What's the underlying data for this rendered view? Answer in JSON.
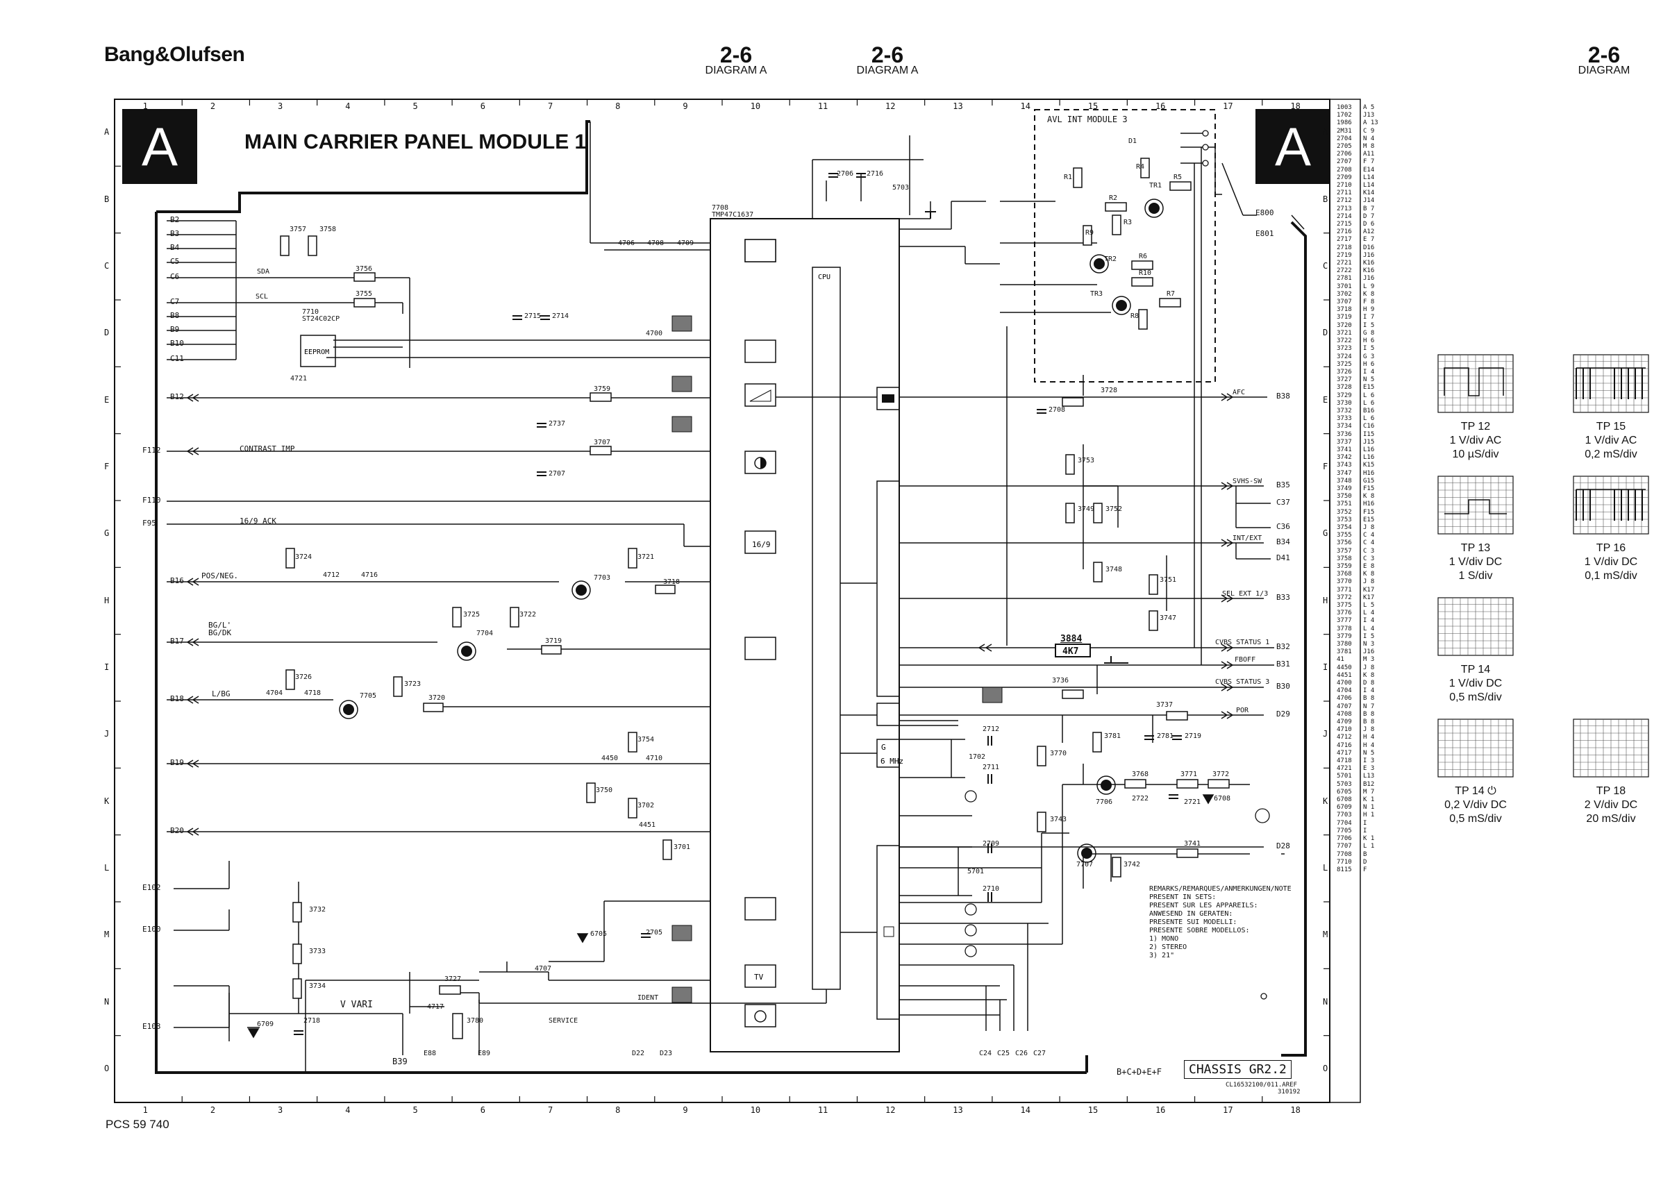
{
  "header": {
    "brand": "Bang&Olufsen",
    "page_a": {
      "num": "2-6",
      "sub": "DIAGRAM A"
    },
    "page_b": {
      "num": "2-6",
      "sub": "DIAGRAM A"
    },
    "page_c": {
      "num": "2-6",
      "sub": "DIAGRAM"
    }
  },
  "sheet": {
    "letter": "A",
    "title": "MAIN CARRIER PANEL MODULE 1",
    "avl_title": "AVL INT MODULE 3",
    "chassis": "CHASSIS GR2.2",
    "doc_code": "CL16532100/011.AREF",
    "doc_date": "310192",
    "footer_code": "PCS 59 740",
    "output_bus": "B+C+D+E+F",
    "columns": [
      "1",
      "2",
      "3",
      "4",
      "5",
      "6",
      "7",
      "8",
      "9",
      "10",
      "11",
      "12",
      "13",
      "14",
      "15",
      "16",
      "17",
      "18"
    ],
    "rows": [
      "A",
      "B",
      "C",
      "D",
      "E",
      "F",
      "G",
      "H",
      "I",
      "J",
      "K",
      "L",
      "M",
      "N",
      "O"
    ],
    "remarks": [
      "REMARKS/REMARQUES/ANMERKUNGEN/NOTE",
      "PRESENT IN SETS:",
      "PRESENT SUR LES APPAREILS:",
      "ANWESEND IN GERATEN:",
      "PRESENTE SUI MODELLI:",
      "PRESENTE SOBRE MODELLOS:",
      "1) MONO",
      "2) STEREO",
      "3) 21\""
    ]
  },
  "left_signals": [
    "B2",
    "B3",
    "B4",
    "C5",
    "C6",
    "C7",
    "B8",
    "B9",
    "B10",
    "C11",
    "B12",
    "F112",
    "F110",
    "F95",
    "B16",
    "B17",
    "B18",
    "B19",
    "B20",
    "E102",
    "E100",
    "E103"
  ],
  "right_signals": [
    "E800",
    "E801",
    "B38",
    "B35",
    "C37",
    "C36",
    "B34",
    "D41",
    "B33",
    "B32",
    "B31",
    "B30",
    "D29",
    "D28"
  ],
  "bottom_signals": [
    "B39",
    "E88",
    "E89",
    "D22",
    "D23",
    "C24",
    "C25",
    "C26",
    "C27"
  ],
  "net_labels": {
    "contrast": "CONTRAST IMP",
    "ack": "16/9 ACK",
    "posneg": "POS/NEG.",
    "bg": "BG/L' BG/DK",
    "lbg": "L/BG",
    "vvari": "V VARI",
    "service": "SERVICE",
    "ident": "IDENT",
    "afc": "AFC",
    "svhs": "SVHS-SW",
    "intext": "INT/EXT",
    "selext": "SEL EXT 1/3",
    "cvbs1": "CVBS STATUS 1",
    "fboff": "FBOFF",
    "cvbs3": "CVBS STATUS 3",
    "por": "POR",
    "sda": "SDA",
    "scl": "SCL"
  },
  "ic_main": {
    "ref": "7708",
    "part": "TMP47C1637"
  },
  "eeprom": {
    "ref": "7710",
    "part": "ST24C02CP",
    "label": "EEPROM"
  },
  "value_label": {
    "ref": "3884",
    "value": "4K7"
  },
  "components": [
    "3757",
    "3758",
    "3756",
    "3755",
    "4721",
    "2715",
    "2714",
    "4700",
    "3759",
    "2737",
    "3707",
    "2707",
    "3724",
    "4712",
    "4716",
    "7703",
    "3721",
    "3718",
    "3725",
    "3722",
    "7704",
    "3719",
    "3726",
    "4704",
    "4718",
    "7705",
    "3723",
    "3720",
    "3754",
    "4450",
    "4710",
    "3750",
    "3702",
    "4451",
    "3701",
    "3732",
    "3733",
    "3734",
    "2718",
    "6709",
    "3727",
    "4717",
    "3780",
    "4707",
    "6705",
    "2705",
    "2706",
    "2716",
    "5703",
    "3728",
    "2708",
    "3753",
    "3749",
    "3752",
    "3748",
    "3751",
    "3747",
    "3736",
    "3737",
    "3781",
    "2781",
    "2719",
    "2712",
    "1702",
    "2711",
    "3770",
    "7706",
    "3768",
    "2722",
    "2721",
    "3771",
    "3772",
    "6708",
    "3743",
    "7707",
    "3742",
    "3741",
    "2709",
    "5701",
    "2710",
    "4706",
    "4708",
    "4709",
    "R1",
    "R2",
    "R3",
    "R4",
    "R5",
    "R6",
    "R7",
    "R8",
    "R9",
    "R10",
    "TR1",
    "TR2",
    "TR3",
    "D1"
  ],
  "test_points": [
    {
      "name": "TP 12",
      "scale": "1 V/div AC",
      "time": "10 µS/div"
    },
    {
      "name": "TP 15",
      "scale": "1 V/div AC",
      "time": "0,2 mS/div"
    },
    {
      "name": "TP 13",
      "scale": "1 V/div DC",
      "time": "1 S/div"
    },
    {
      "name": "TP 16",
      "scale": "1 V/div DC",
      "time": "0,1 mS/div"
    },
    {
      "name": "TP 14",
      "scale": "1 V/div DC",
      "time": "0,5 mS/div"
    },
    {
      "name": "TP 14 ⏻",
      "scale": "0,2 V/div DC",
      "time": "0,5 mS/div"
    },
    {
      "name": "TP 18",
      "scale": "2 V/div DC",
      "time": "20 mS/div"
    }
  ],
  "reference_index": [
    [
      "1003",
      "A 5"
    ],
    [
      "1702",
      "J13"
    ],
    [
      "1986",
      "A 13"
    ],
    [
      "2M31",
      "C 9"
    ],
    [
      "2704",
      "N 4"
    ],
    [
      "2705",
      "M 8"
    ],
    [
      "2706",
      "A11"
    ],
    [
      "2707",
      "F 7"
    ],
    [
      "2708",
      "E14"
    ],
    [
      "2709",
      "L14"
    ],
    [
      "2710",
      "L14"
    ],
    [
      "2711",
      "K14"
    ],
    [
      "2712",
      "J14"
    ],
    [
      "2713",
      "B 7"
    ],
    [
      "2714",
      "D 7"
    ],
    [
      "2715",
      "D 6"
    ],
    [
      "2716",
      "A12"
    ],
    [
      "2717",
      "E 7"
    ],
    [
      "2718",
      "D16"
    ],
    [
      "2719",
      "J16"
    ],
    [
      "2721",
      "K16"
    ],
    [
      "2722",
      "K16"
    ],
    [
      "2781",
      "J16"
    ],
    [
      "3701",
      "L 9"
    ],
    [
      "3702",
      "K 8"
    ],
    [
      "3707",
      "F 8"
    ],
    [
      "3718",
      "H 9"
    ],
    [
      "3719",
      "I 7"
    ],
    [
      "3720",
      "I 5"
    ],
    [
      "3721",
      "G 8"
    ],
    [
      "3722",
      "H 6"
    ],
    [
      "3723",
      "I 5"
    ],
    [
      "3724",
      "G 3"
    ],
    [
      "3725",
      "H 6"
    ],
    [
      "3726",
      "I 4"
    ],
    [
      "3727",
      "N 5"
    ],
    [
      "3728",
      "E15"
    ],
    [
      "3729",
      "L 6"
    ],
    [
      "3730",
      "L 6"
    ],
    [
      "3732",
      "B16"
    ],
    [
      "3733",
      "L 6"
    ],
    [
      "3734",
      "C16"
    ],
    [
      "3736",
      "I15"
    ],
    [
      "3737",
      "J15"
    ],
    [
      "3741",
      "L16"
    ],
    [
      "3742",
      "L16"
    ],
    [
      "3743",
      "K15"
    ],
    [
      "3747",
      "H16"
    ],
    [
      "3748",
      "G15"
    ],
    [
      "3749",
      "F15"
    ],
    [
      "3750",
      "K 8"
    ],
    [
      "3751",
      "H16"
    ],
    [
      "3752",
      "F15"
    ],
    [
      "3753",
      "E15"
    ],
    [
      "3754",
      "J 8"
    ],
    [
      "3755",
      "C 4"
    ],
    [
      "3756",
      "C 4"
    ],
    [
      "3757",
      "C 3"
    ],
    [
      "3758",
      "C 3"
    ],
    [
      "3759",
      "E 8"
    ],
    [
      "3768",
      "K 8"
    ],
    [
      "3770",
      "J 8"
    ],
    [
      "3771",
      "K17"
    ],
    [
      "3772",
      "K17"
    ],
    [
      "3775",
      "L 5"
    ],
    [
      "3776",
      "L 4"
    ],
    [
      "3777",
      "I 4"
    ],
    [
      "3778",
      "L 4"
    ],
    [
      "3779",
      "I 5"
    ],
    [
      "3780",
      "N 3"
    ],
    [
      "3781",
      "J16"
    ],
    [
      "41",
      "M 3"
    ],
    [
      "4450",
      "J 8"
    ],
    [
      "4451",
      "K 8"
    ],
    [
      "4700",
      "D 8"
    ],
    [
      "4704",
      "I 4"
    ],
    [
      "4706",
      "B 8"
    ],
    [
      "4707",
      "N 7"
    ],
    [
      "4708",
      "B 8"
    ],
    [
      "4709",
      "B 8"
    ],
    [
      "4710",
      "J 8"
    ],
    [
      "4712",
      "H 4"
    ],
    [
      "4716",
      "H 4"
    ],
    [
      "4717",
      "N 5"
    ],
    [
      "4718",
      "I 3"
    ],
    [
      "4721",
      "E 3"
    ],
    [
      "5701",
      "L13"
    ],
    [
      "5703",
      "B12"
    ],
    [
      "6705",
      "M 7"
    ],
    [
      "6708",
      "K 1"
    ],
    [
      "6709",
      "N 1"
    ],
    [
      "7703",
      "H 1"
    ],
    [
      "7704",
      "I"
    ],
    [
      "7705",
      "I"
    ],
    [
      "7706",
      "K 1"
    ],
    [
      "7707",
      "L 1"
    ],
    [
      "7708",
      "B"
    ],
    [
      "7710",
      "D"
    ],
    [
      "8115",
      "F"
    ]
  ]
}
